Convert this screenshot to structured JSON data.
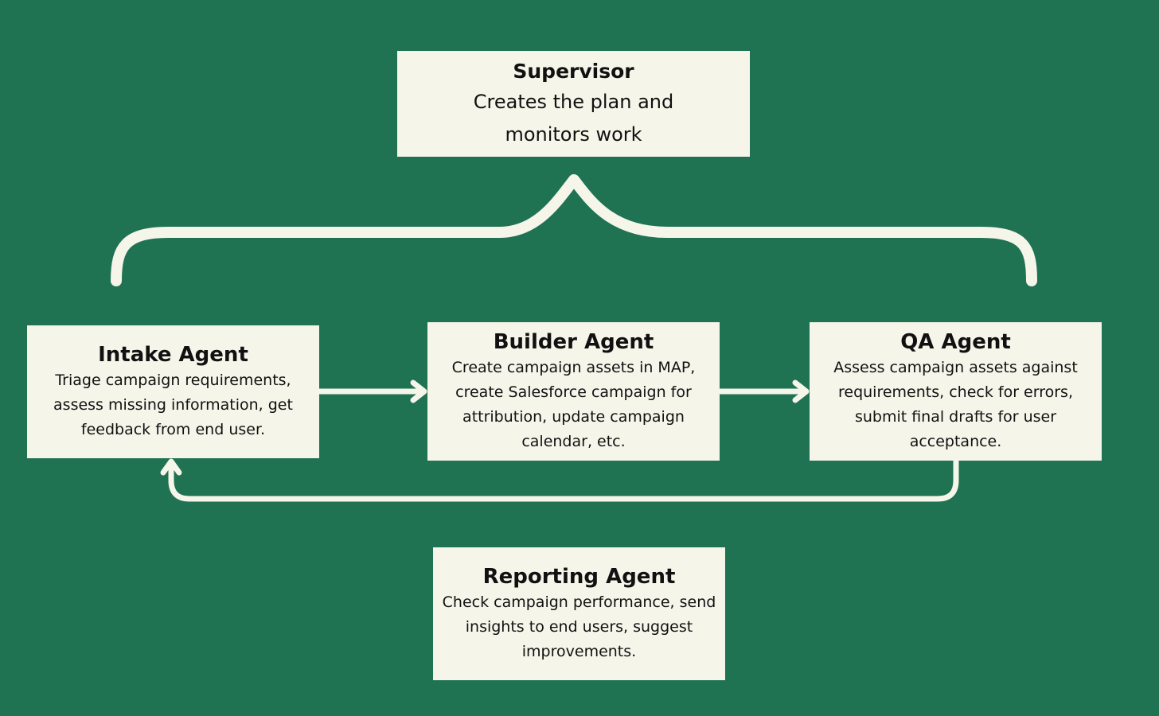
{
  "colors": {
    "background": "#1f7252",
    "box_fill": "#f5f5ea",
    "connector": "#f5f5ea",
    "text": "#111111"
  },
  "supervisor": {
    "title": "Supervisor",
    "description": [
      "Creates the plan and",
      "monitors work"
    ]
  },
  "intake": {
    "title": "Intake Agent",
    "description": [
      "Triage campaign requirements,",
      "assess missing information, get",
      "feedback from end user."
    ]
  },
  "builder": {
    "title": "Builder Agent",
    "description": [
      "Create campaign assets in MAP,",
      "create Salesforce campaign for",
      "attribution, update campaign",
      "calendar, etc."
    ]
  },
  "qa": {
    "title": "QA Agent",
    "description": [
      "Assess campaign assets against",
      "requirements, check for errors,",
      "submit final drafts for user",
      "acceptance."
    ]
  },
  "reporting": {
    "title": "Reporting Agent",
    "description": [
      "Check campaign performance, send",
      "insights to end users, suggest",
      "improvements."
    ]
  }
}
